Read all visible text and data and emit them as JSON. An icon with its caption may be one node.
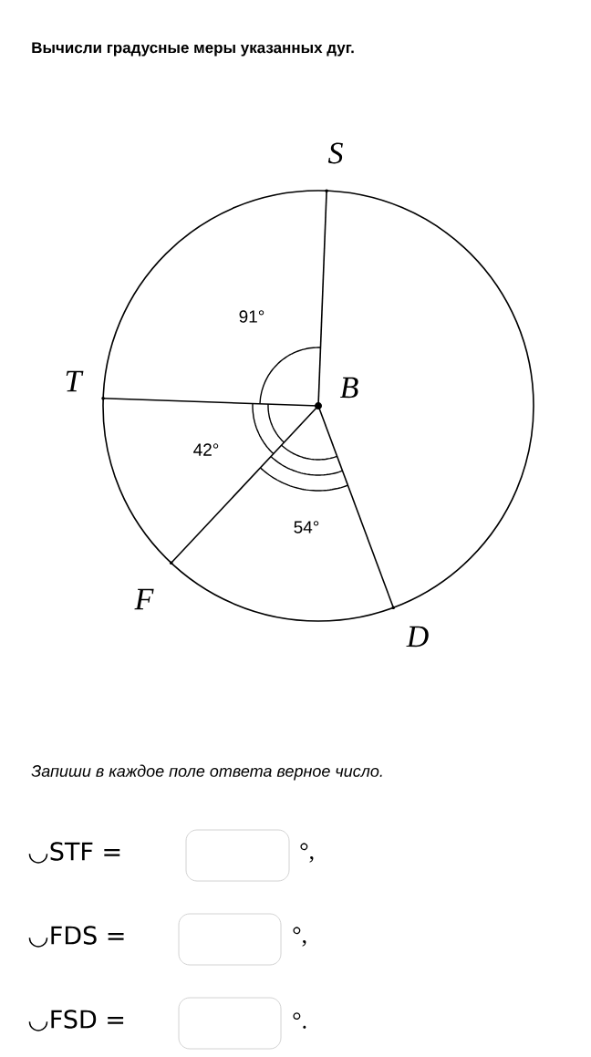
{
  "diagram": {
    "title": "Вычисли градусные меры указанных дуг.",
    "nodes": [
      {
        "text": [],
        "shape": "dot",
        "beside": [
          "B"
        ]
      },
      {
        "text": [],
        "shape": "point",
        "beside": [
          "S"
        ]
      },
      {
        "text": [],
        "shape": "point",
        "beside": [
          "T"
        ]
      },
      {
        "text": [],
        "shape": "point",
        "beside": [
          "F"
        ]
      },
      {
        "text": [],
        "shape": "point",
        "beside": [
          "D"
        ]
      }
    ],
    "edges": [
      {
        "from": 0,
        "to": 1,
        "arrow": "none"
      },
      {
        "from": 0,
        "to": 2,
        "arrow": "none"
      },
      {
        "from": 0,
        "to": 3,
        "arrow": "none"
      },
      {
        "from": 0,
        "to": 4,
        "arrow": "none"
      }
    ],
    "labels": [
      "91°",
      "42°",
      "54°",
      "Запиши в каждое поле ответа верное число.",
      "◡STF =",
      "°,",
      "◡FDS =",
      "°,",
      "◡FSD =",
      "°."
    ]
  }
}
